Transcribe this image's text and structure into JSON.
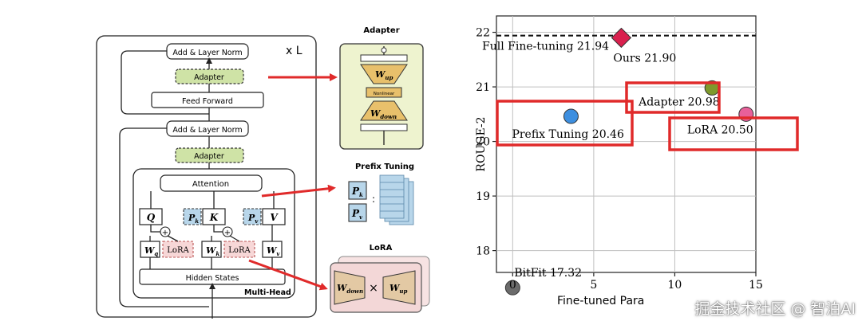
{
  "diagram": {
    "repeat_label": "x L",
    "add_norm_label": "Add & Layer Norm",
    "adapter_label": "Adapter",
    "feed_forward_label": "Feed Forward",
    "attention_label": "Attention",
    "q_label": "Q",
    "k_label": "K",
    "v_label": "V",
    "pk_label": "P",
    "pk_sub": "k",
    "pv_label": "P",
    "pv_sub": "v",
    "wq_label": "W",
    "wq_sub": "q",
    "wk_label": "W",
    "wk_sub": "k",
    "wv_label": "W",
    "wv_sub": "v",
    "lora_small_label": "LoRA",
    "plus_symbol": "+",
    "hidden_states_label": "Hidden States",
    "multihead_label": "Multi-Head",
    "adapter_panel": {
      "title": "Adapter",
      "wup_label": "W",
      "wup_sub": "up",
      "nonlinear_label": "Nonlinear",
      "wdown_label": "W",
      "wdown_sub": "down"
    },
    "prefix_panel": {
      "title": "Prefix Tuning",
      "pk_label": "P",
      "pk_sub": "k",
      "pv_label": "P",
      "pv_sub": "v",
      "colon": ":"
    },
    "lora_panel": {
      "title": "LoRA",
      "wdown_label": "W",
      "wdown_sub": "down",
      "times": "×",
      "wup_label": "W",
      "wup_sub": "up"
    }
  },
  "chart_data": {
    "type": "scatter",
    "ylabel": "ROUGE-2",
    "xlabel": "Fine-tuned Para",
    "xlim": [
      -1,
      15
    ],
    "ylim": [
      17.6,
      22.3
    ],
    "x_ticks": [
      0,
      5,
      10,
      15
    ],
    "y_ticks": [
      18,
      19,
      20,
      21,
      22
    ],
    "grid": true,
    "reference_line": {
      "label": "Full Fine-tuning 21.94",
      "value": 21.94,
      "style": "dashed"
    },
    "points": [
      {
        "name": "Ours 21.90",
        "x": 6.7,
        "y": 21.9,
        "color": "#d9204e",
        "marker": "diamond"
      },
      {
        "name": "Adapter 20.98",
        "x": 12.3,
        "y": 20.98,
        "color": "#7e9a2c",
        "marker": "circle"
      },
      {
        "name": "Prefix Tuning 20.46",
        "x": 3.6,
        "y": 20.46,
        "color": "#3d8fe0",
        "marker": "circle"
      },
      {
        "name": "LoRA 20.50",
        "x": 14.4,
        "y": 20.5,
        "color": "#e8609a",
        "marker": "circle"
      },
      {
        "name": "BitFit 17.32",
        "x": 0.0,
        "y": 17.32,
        "color": "#6b6b6b",
        "marker": "circle"
      }
    ]
  },
  "watermark": "掘金技术社区 @ 智泊AI"
}
